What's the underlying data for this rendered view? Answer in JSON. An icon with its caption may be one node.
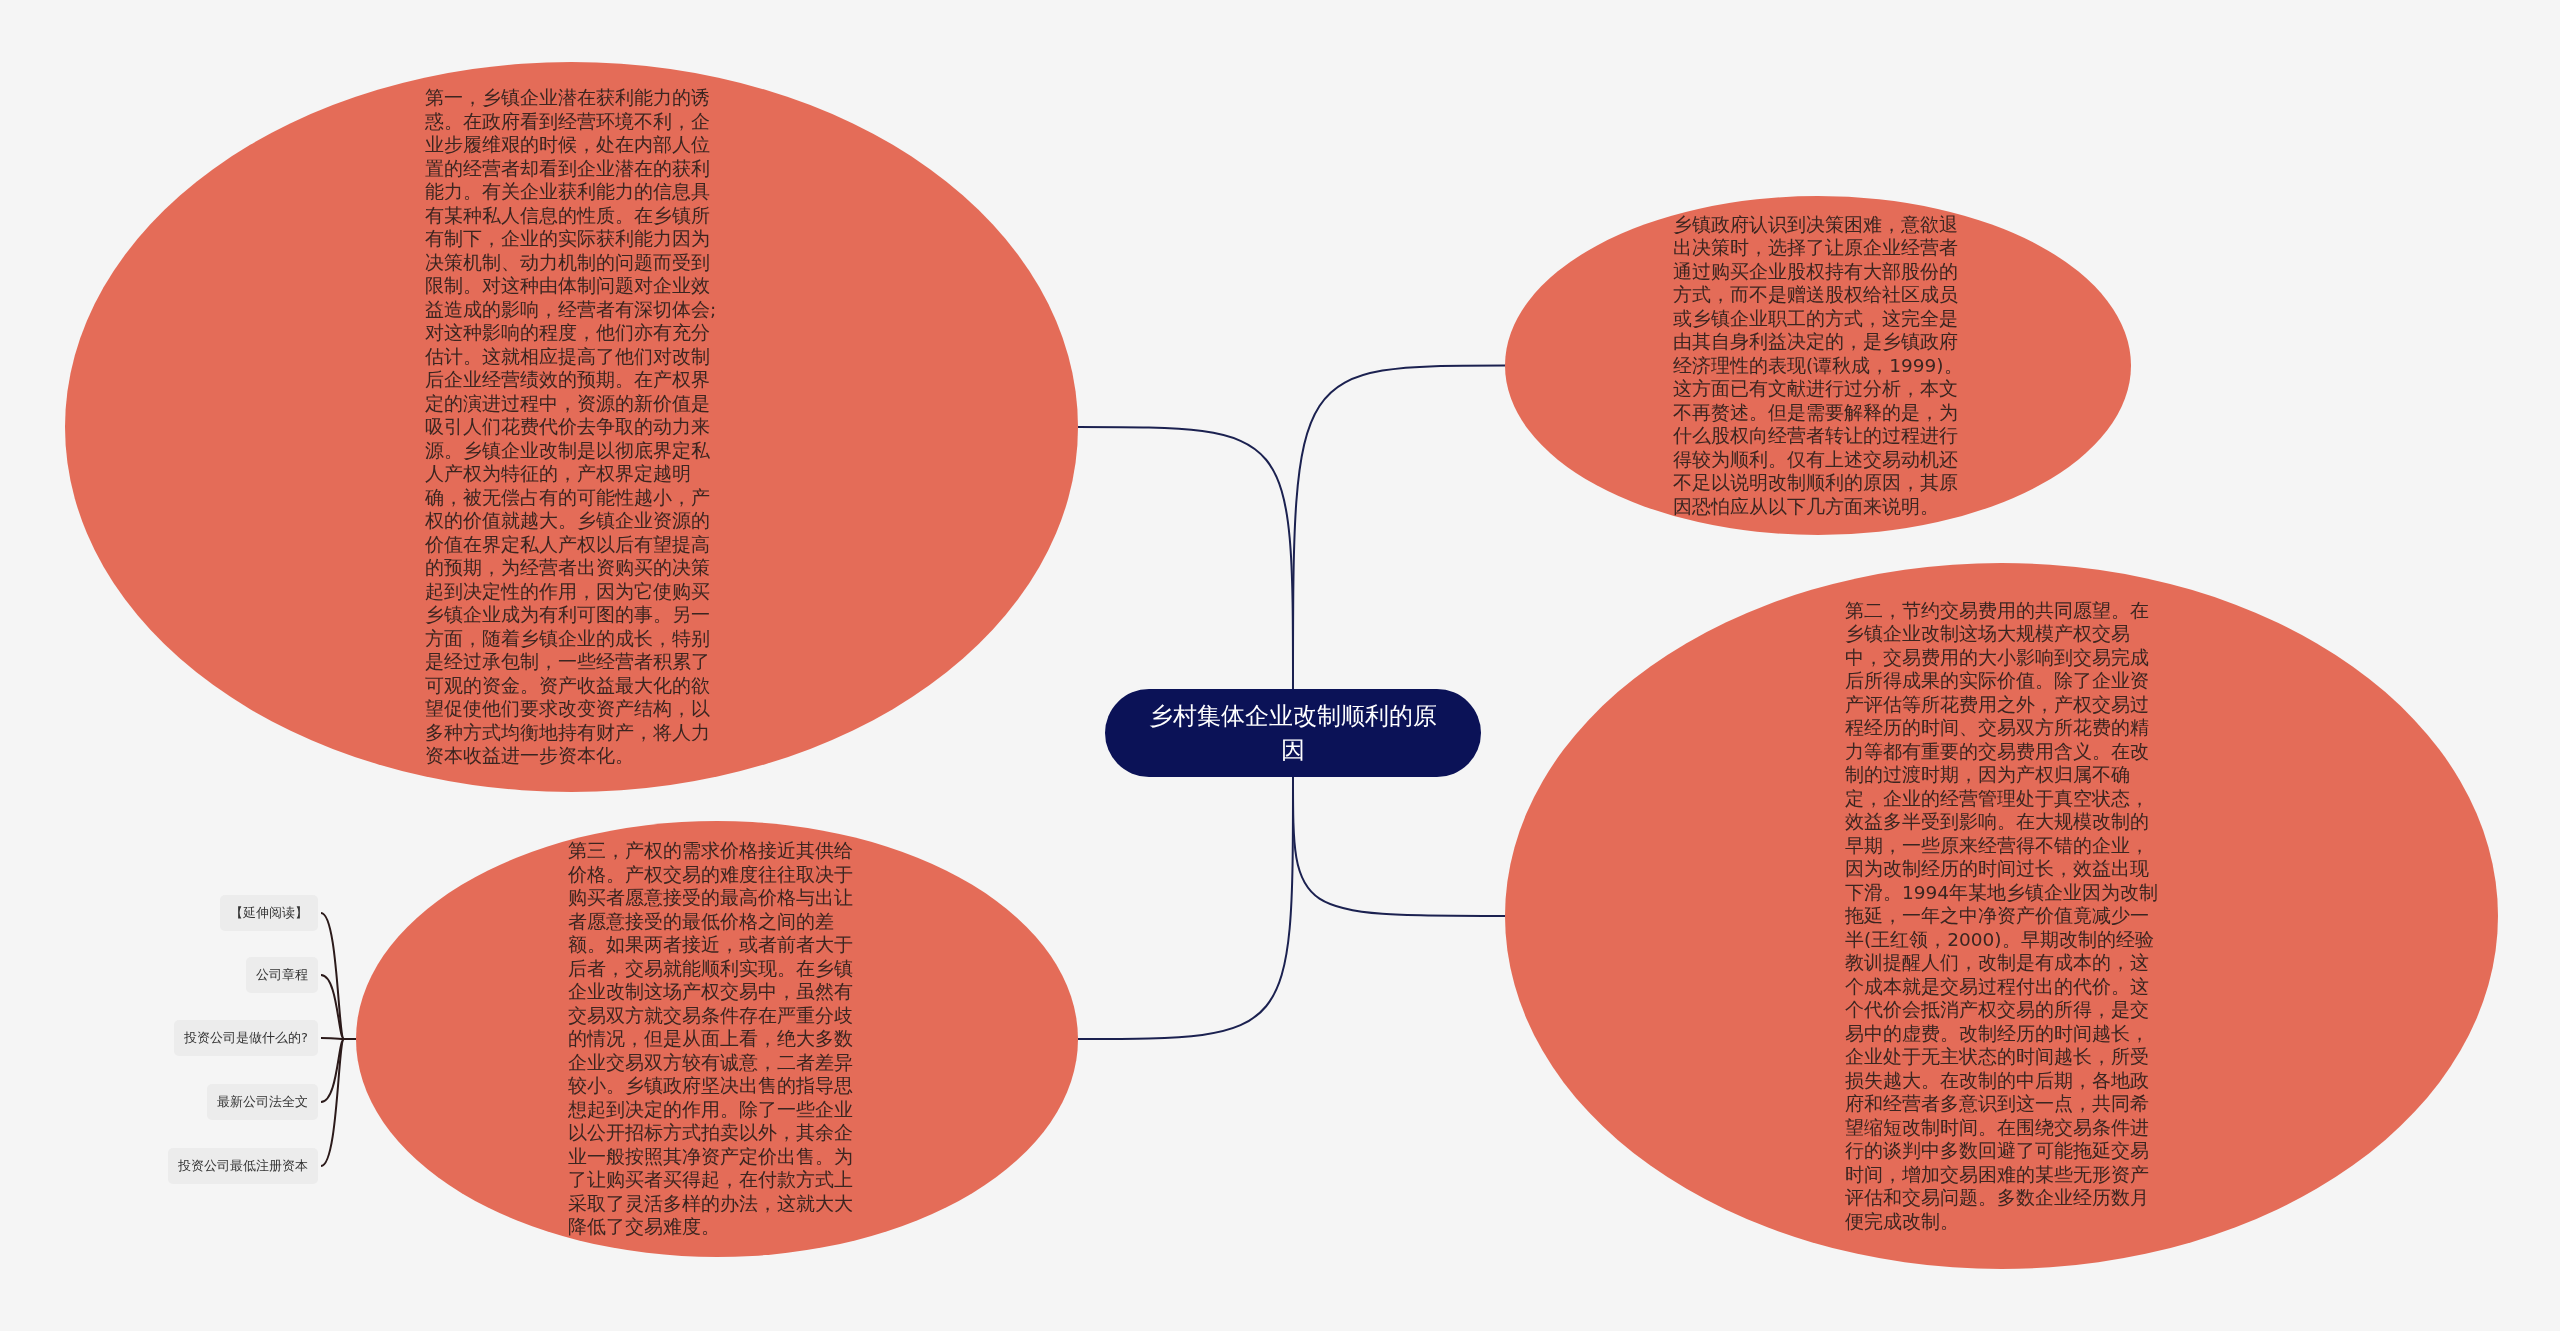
{
  "diagram": {
    "nodes": [
      {
        "text": [
          "乡村集体企业改制顺利的原因"
        ]
      },
      {
        "text": [
          "第一，乡镇企业潜在获利能力的诱惑。在政府看到经营环境不利，企业步履维艰的时候，处在内部人位置的经营者却看到企业潜在的获利能力。有关企业获利能力的信息具有某种私人信息的性质。在乡镇所有制下，企业的实际获利能力因为决策机制、动力机制的问题而受到限制。对这种由体制问题对企业效益造成的影响，经营者有深切体会;对这种影响的程度，他们亦有充分估计。这就相应提高了他们对改制后企业经营绩效的预期。在产权界定的演进过程中，资源的新价值是吸引人们花费代价去争取的动力来源。乡镇企业改制是以彻底界定私人产权为特征的，产权界定越明确，被无偿占有的可能性越小，产权的价值就越大。乡镇企业资源的价值在界定私人产权以后有望提高的预期，为经营者出资购买的决策起到决定性的作用，因为它使购买乡镇企业成为有利可图的事。另一方面，随着乡镇企业的成长，特别是经过承包制，一些经营者积累了可观的资金。资产收益最大化的欲望促使他们要求改变资产结构，以多种方式均衡地持有财产，将人力资本收益进一步资本化。"
        ]
      },
      {
        "text": [
          "乡镇政府认识到决策困难，意欲退出决策时，选择了让原企业经营者通过购买企业股权持有大部股份的方式，而不是赠送股权给社区成员或乡镇企业职工的方式，这完全是由其自身利益决定的，是乡镇政府经济理性的表现(谭秋成，1999)。这方面已有文献进行过分析，本文不再赘述。但是需要解释的是，为什么股权向经营者转让的过程进行得较为顺利。仅有上述交易动机还不足以说明改制顺利的原因，其原因恐怕应从以下几方面来说明。"
        ]
      },
      {
        "text": [
          "第三，产权的需求价格接近其供给价格。产权交易的难度往往取决于购买者愿意接受的最高价格与出让者愿意接受的最低价格之间的差额。如果两者接近，或者前者大于后者，交易就能顺利实现。在乡镇企业改制这场产权交易中，虽然有交易双方就交易条件存在严重分歧的情况，但是从面上看，绝大多数企业交易双方较有诚意，二者差异较小。乡镇政府坚决出售的指导思想起到决定的作用。除了一些企业以公开招标方式拍卖以外，其余企业一般按照其净资产定价出售。为了让购买者买得起，在付款方式上采取了灵活多样的办法，这就大大降低了交易难度。"
        ]
      },
      {
        "text": [
          "第二，节约交易费用的共同愿望。在乡镇企业改制这场大规模产权交易中，交易费用的大小影响到交易完成后所得成果的实际价值。除了企业资产评估等所花费用之外，产权交易过程经历的时间、交易双方所花费的精力等都有重要的交易费用含义。在改制的过渡时期，因为产权归属不确定，企业的经营管理处于真空状态，效益多半受到影响。在大规模改制的早期，一些原来经营得不错的企业，因为改制经历的时间过长，效益出现下滑。1994年某地乡镇企业因为改制拖延，一年之中净资产价值竟减少一半(王红领，2000)。早期改制的经验教训提醒人们，改制是有成本的，这个成本就是交易过程付出的代价。这个代价会抵消产权交易的所得，是交易中的虚费。改制经历的时间越长，企业处于无主状态的时间越长，所受损失越大。在改制的中后期，各地政府和经营者多意识到这一点，共同希望缩短改制时间。在围绕交易条件进行的谈判中多数回避了可能拖延交易时间，增加交易困难的某些无形资产评估和交易问题。多数企业经历数月便完成改制。"
        ]
      },
      {
        "text": [
          "【延伸阅读】"
        ]
      },
      {
        "text": [
          "公司章程"
        ]
      },
      {
        "text": [
          "投资公司是做什么的?"
        ]
      },
      {
        "text": [
          "最新公司法全文"
        ]
      },
      {
        "text": [
          "投资公司最低注册资本"
        ]
      }
    ],
    "edges": [
      {
        "from": 0,
        "to": 1,
        "arrow": "none"
      },
      {
        "from": 0,
        "to": 2,
        "arrow": "none"
      },
      {
        "from": 0,
        "to": 3,
        "arrow": "none"
      },
      {
        "from": 0,
        "to": 4,
        "arrow": "none"
      },
      {
        "from": 3,
        "to": 5,
        "arrow": "none"
      },
      {
        "from": 3,
        "to": 6,
        "arrow": "none"
      },
      {
        "from": 3,
        "to": 7,
        "arrow": "none"
      },
      {
        "from": 3,
        "to": 8,
        "arrow": "none"
      },
      {
        "from": 3,
        "to": 9,
        "arrow": "none"
      }
    ]
  }
}
